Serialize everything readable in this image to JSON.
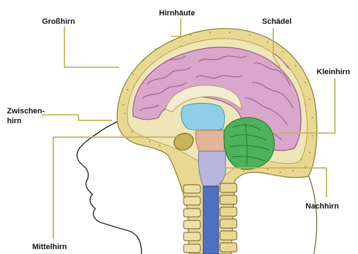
{
  "labels": {
    "grosshirn": "Großhirn",
    "hirnhaeute": "Hirnhäute",
    "schaedel": "Schädel",
    "kleinhirn": "Kleinhirn",
    "zwischenhirn_line1": "Zwischen-",
    "zwischenhirn_line2": "hirn",
    "nachhirn": "Nachhirn",
    "mittelhirn": "Mittelhirn"
  },
  "colors": {
    "skull": "#e8d892",
    "skull_dots": "#7a6a20",
    "meninges": "#efe6b8",
    "cerebrum": "#d9a6cc",
    "cerebrum_folds": "#9a5a86",
    "cerebellum": "#4fb25a",
    "cerebellum_folds": "#1f7a2e",
    "diencephalon": "#8fcfe6",
    "midbrain": "#e2b49a",
    "pons": "#b8b6dc",
    "medulla": "#4f6fc0",
    "spine": "#e8d892",
    "leader_line": "#c8b25c",
    "face_outline": "#222222"
  }
}
